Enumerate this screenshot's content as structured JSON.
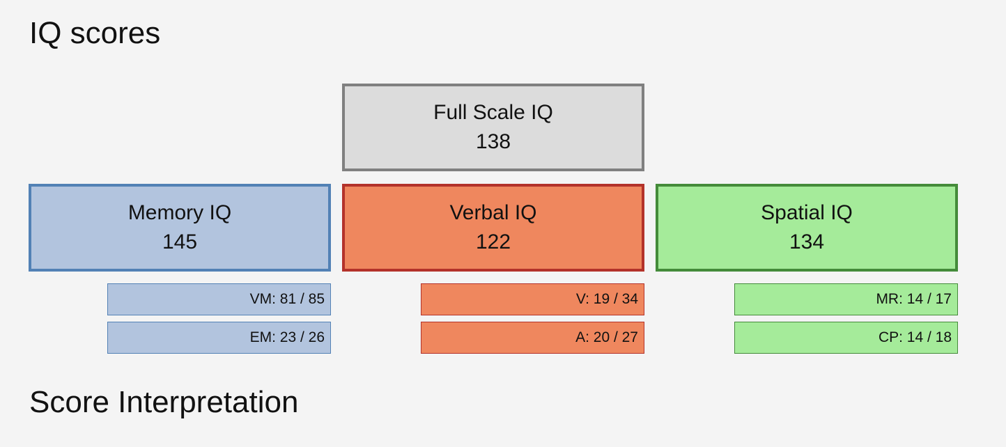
{
  "headings": {
    "scores_title": "IQ scores",
    "interpretation_title": "Score Interpretation"
  },
  "full_scale": {
    "label": "Full Scale IQ",
    "score": "138"
  },
  "memory": {
    "label": "Memory IQ",
    "score": "145",
    "subtests": [
      "VM: 81 / 85",
      "EM: 23 / 26"
    ]
  },
  "verbal": {
    "label": "Verbal IQ",
    "score": "122",
    "subtests": [
      "V: 19 / 34",
      "A: 20 / 27"
    ]
  },
  "spatial": {
    "label": "Spatial IQ",
    "score": "134",
    "subtests": [
      "MR: 14 / 17",
      "CP: 14 / 18"
    ]
  },
  "colors": {
    "background": "#f4f4f4",
    "full_scale_fill": "#dcdcdc",
    "full_scale_border": "#808080",
    "memory_fill": "#b2c4de",
    "memory_border": "#5281b5",
    "verbal_fill": "#ef875e",
    "verbal_border": "#b3322a",
    "spatial_fill": "#a5eb9a",
    "spatial_border": "#448b3a"
  }
}
